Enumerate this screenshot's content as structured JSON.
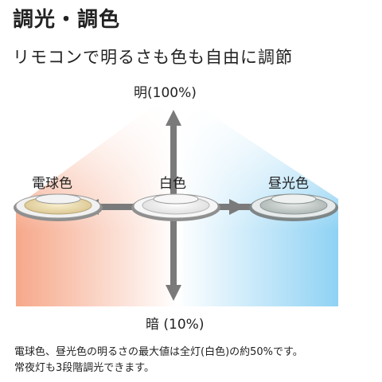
{
  "title": "調光・調色",
  "subtitle": "リモコンで明るさも色も自由に調節",
  "diagram": {
    "top_label": "明(100%)",
    "bottom_label": "暗 (10%)",
    "warm_label": "電球色",
    "white_label": "白色",
    "daylight_label": "昼光色",
    "colors": {
      "warm": "#f6a88a",
      "daylight": "#8fd2f4",
      "arrow": "#7a7a7a"
    }
  },
  "note": {
    "line1": "電球色、昼光色の明るさの最大値は全灯(白色)の約50%です。",
    "line2": "常夜灯も3段階調光できます。"
  }
}
